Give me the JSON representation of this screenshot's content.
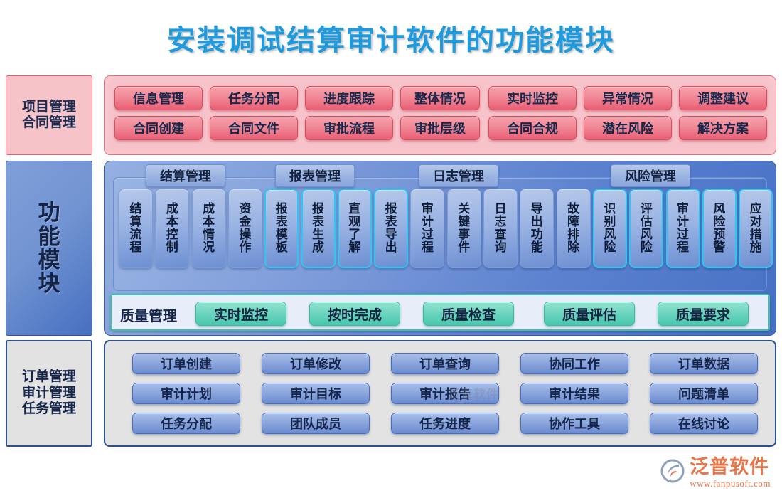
{
  "title": "安装调试结算审计软件的功能模块",
  "colors": {
    "title": "#1e9ade",
    "red_panel": "#f7c2c9",
    "red_pill": "#ef7b8b",
    "blue_panel": "#5c81cf",
    "blue_pill": "#8fa9de",
    "green_pill": "#6ed6c0",
    "gray_panel": "#e3e3e3",
    "highlight_border": "#2ec6f2",
    "logo": "#e8764a"
  },
  "sections": {
    "project": {
      "label_lines": [
        "项目管理",
        "合同管理"
      ],
      "rows": [
        [
          "信息管理",
          "任务分配",
          "进度跟踪",
          "整体情况",
          "实时监控",
          "异常情况",
          "调整建议"
        ],
        [
          "合同创建",
          "合同文件",
          "审批流程",
          "审批层级",
          "合同合规",
          "潜在风险",
          "解决方案"
        ]
      ]
    },
    "function": {
      "label_lines": [
        "功",
        "能",
        "模",
        "块"
      ],
      "tabs": [
        {
          "label": "结算管理"
        },
        {
          "label": "报表管理"
        },
        {
          "label": "日志管理"
        },
        {
          "label": "风险管理"
        }
      ],
      "cards": [
        {
          "lines": [
            "结",
            "算",
            "流",
            "程"
          ],
          "highlight": false
        },
        {
          "lines": [
            "成",
            "本",
            "控",
            "制"
          ],
          "highlight": false
        },
        {
          "lines": [
            "成",
            "本",
            "情",
            "况"
          ],
          "highlight": false
        },
        {
          "lines": [
            "资",
            "金",
            "操",
            "作"
          ],
          "highlight": false
        },
        {
          "lines": [
            "报",
            "表",
            "模",
            "板"
          ],
          "highlight": true
        },
        {
          "lines": [
            "报",
            "表",
            "生",
            "成"
          ],
          "highlight": true
        },
        {
          "lines": [
            "直",
            "观",
            "了",
            "解"
          ],
          "highlight": true
        },
        {
          "lines": [
            "报",
            "表",
            "导",
            "出"
          ],
          "highlight": true
        },
        {
          "lines": [
            "审",
            "计",
            "过",
            "程"
          ],
          "highlight": false
        },
        {
          "lines": [
            "关",
            "键",
            "事",
            "件"
          ],
          "highlight": false
        },
        {
          "lines": [
            "日",
            "志",
            "查",
            "询"
          ],
          "highlight": false
        },
        {
          "lines": [
            "导",
            "出",
            "功",
            "能"
          ],
          "highlight": false
        },
        {
          "lines": [
            "故",
            "障",
            "排",
            "除"
          ],
          "highlight": false
        },
        {
          "lines": [
            "识",
            "别",
            "风",
            "险"
          ],
          "highlight": true
        },
        {
          "lines": [
            "评",
            "估",
            "风",
            "险"
          ],
          "highlight": true
        },
        {
          "lines": [
            "审",
            "计",
            "过",
            "程"
          ],
          "highlight": true
        },
        {
          "lines": [
            "风",
            "险",
            "预",
            "警"
          ],
          "highlight": true
        },
        {
          "lines": [
            "应",
            "对",
            "措",
            "施"
          ],
          "highlight": true
        }
      ],
      "quality": {
        "label": "质量管理",
        "items": [
          "实时监控",
          "按时完成",
          "质量检查",
          "质量评估",
          "质量要求"
        ]
      }
    },
    "order": {
      "label_lines": [
        "订单管理",
        "审计管理",
        "任务管理"
      ],
      "rows": [
        [
          "订单创建",
          "订单修改",
          "订单查询",
          "协同工作",
          "订单数据"
        ],
        [
          "审计计划",
          "审计目标",
          "审计报告",
          "审计结果",
          "问题清单"
        ],
        [
          "任务分配",
          "团队成员",
          "任务进度",
          "协作工具",
          "在线讨论"
        ]
      ]
    }
  },
  "watermark": "泛普软件",
  "logo": {
    "brand": "泛普软件",
    "url": "www.fanpusoft.com"
  }
}
